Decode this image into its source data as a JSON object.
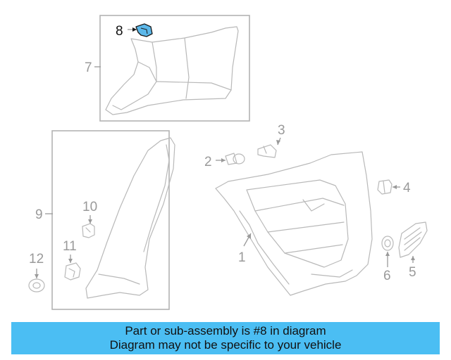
{
  "diagram": {
    "callouts": [
      {
        "id": "1",
        "label": "1"
      },
      {
        "id": "2",
        "label": "2"
      },
      {
        "id": "3",
        "label": "3"
      },
      {
        "id": "4",
        "label": "4"
      },
      {
        "id": "5",
        "label": "5"
      },
      {
        "id": "6",
        "label": "6"
      },
      {
        "id": "7",
        "label": "7"
      },
      {
        "id": "8",
        "label": "8"
      },
      {
        "id": "9",
        "label": "9"
      },
      {
        "id": "10",
        "label": "10"
      },
      {
        "id": "11",
        "label": "11"
      },
      {
        "id": "12",
        "label": "12"
      }
    ],
    "highlighted_part": "8",
    "highlight_color": "#5cb8ea"
  },
  "banner": {
    "line1": "Part or sub-assembly is #8 in diagram",
    "line2": "Diagram may not be specific to your vehicle",
    "background": "#4bbef3"
  }
}
